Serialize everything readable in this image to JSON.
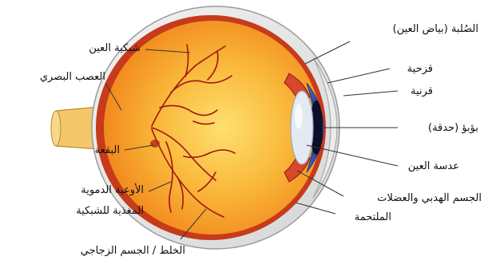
{
  "labels": {
    "retina": "شبكية العين",
    "optic_nerve": "العصب البصري",
    "macula": "البقعة",
    "vessels_line1": "الأوعية الدموية",
    "vessels_line2": "المغذية للشبكية",
    "vitreous": "الخلط / الجسم الزجاجي",
    "sclera": "الصُلبة (بياض العين)",
    "iris": "قزحية",
    "cornea": "قرنية",
    "pupil": "بؤبؤ (حدقة)",
    "lens": "عدسة العين",
    "ciliary": "الجسم الهدبي والعضلات",
    "conjunctiva": "الملتحمة"
  },
  "colors": {
    "sclera": "#e6e6e6",
    "choroid": "#c73a1c",
    "retina_inner": "#f7a62a",
    "vitreous_center": "#fbd24a",
    "optic_nerve": "#f4c86a",
    "iris": "#2a56c8",
    "lens": "#dfe6ef",
    "vessels": "#a11414"
  }
}
